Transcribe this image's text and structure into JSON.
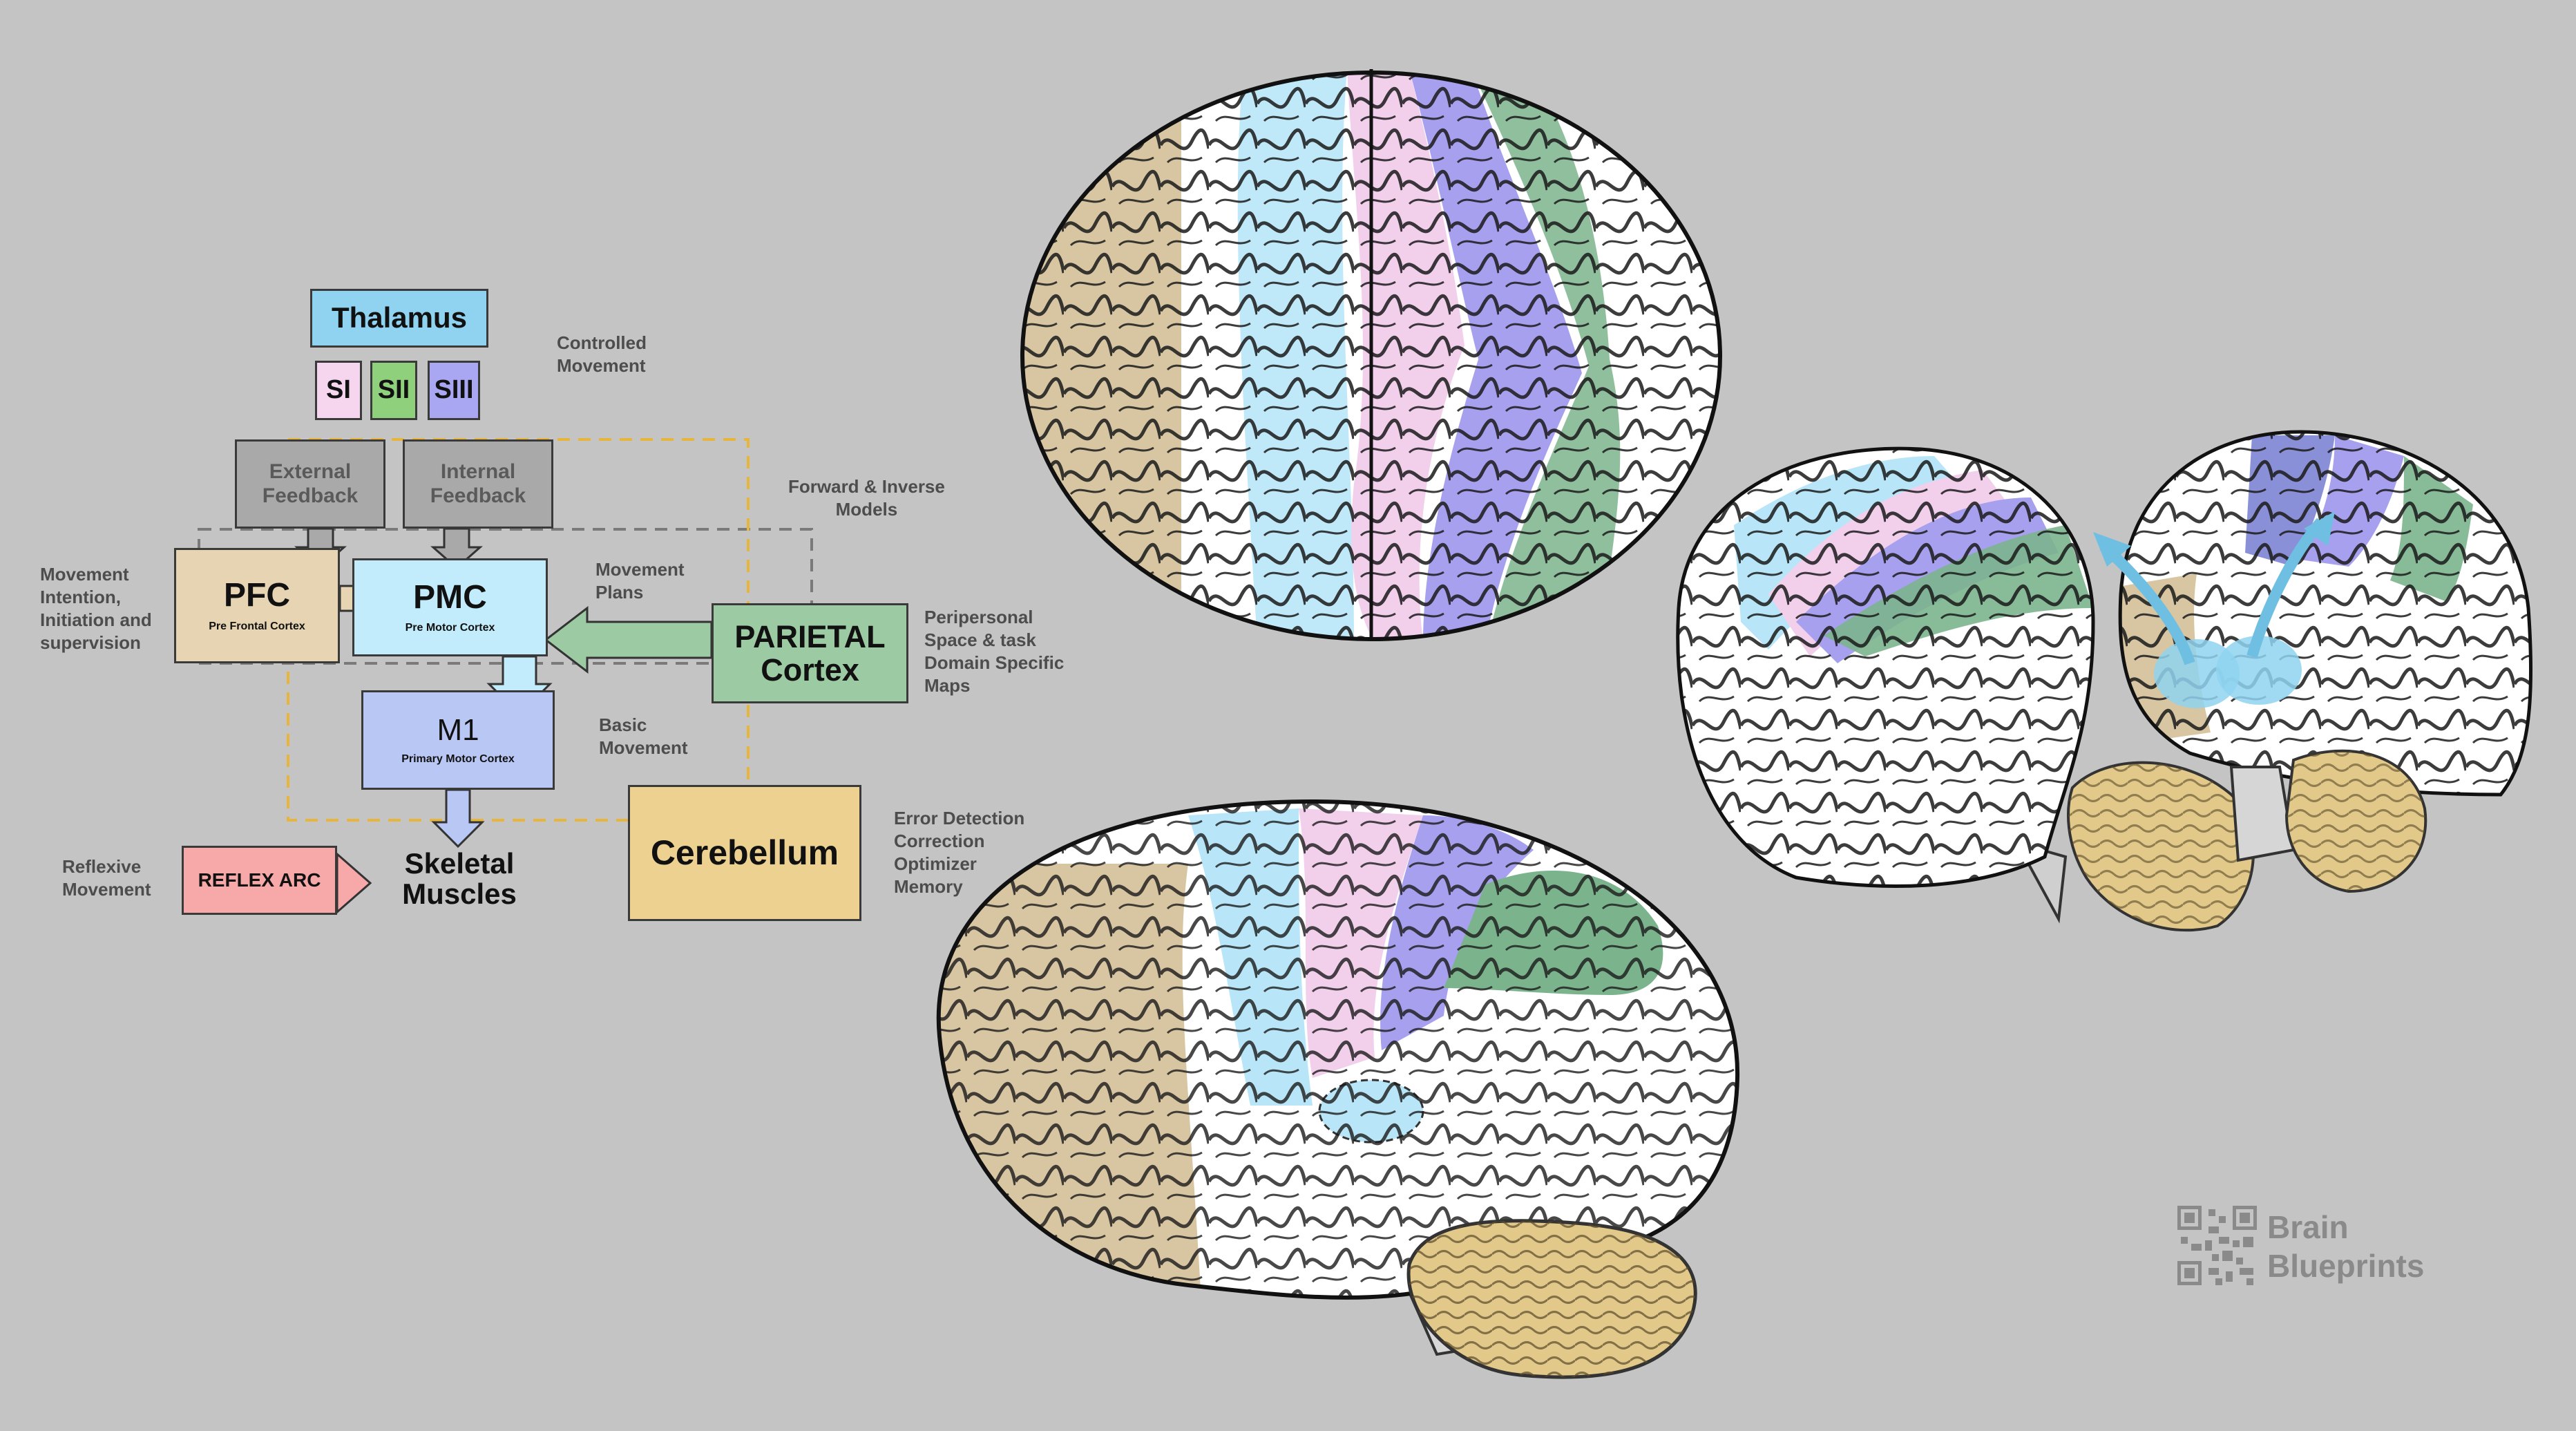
{
  "diagram": {
    "thalamus": "Thalamus",
    "sensory": [
      "SI",
      "SII",
      "SIII"
    ],
    "external_feedback": "External\nFeedback",
    "internal_feedback": "Internal\nFeedback",
    "pfc": {
      "title": "PFC",
      "subtitle": "Pre Frontal Cortex"
    },
    "pmc": {
      "title": "PMC",
      "subtitle": "Pre Motor Cortex"
    },
    "m1": {
      "title": "M1",
      "subtitle": "Primary Motor Cortex"
    },
    "parietal": "PARIETAL\nCortex",
    "cerebellum": "Cerebellum",
    "reflex_arc": "REFLEX ARC",
    "skeletal": "Skeletal\nMuscles"
  },
  "notes": {
    "controlled_movement": "Controlled\nMovement",
    "forward_inverse": "Forward & Inverse\nModels",
    "movement_intention": "Movement\nIntention,\nInitiation and\nsupervision",
    "movement_plans": "Movement\nPlans",
    "peripersonal": "Peripersonal\nSpace & task\nDomain Specific\nMaps",
    "basic_movement": "Basic\nMovement",
    "error_detection": "Error Detection\nCorrection\nOptimizer\nMemory",
    "reflexive_movement": "Reflexive\nMovement"
  },
  "logo": {
    "text": "Brain\nBlueprints"
  },
  "colors": {
    "background": "#c4c4c4",
    "thalamus": "#8fd3f0",
    "si": "#f6d6ee",
    "sii": "#8ed07c",
    "siii": "#a9a6f2",
    "feedback": "#a9a9a9",
    "pfc": "#e6d4b2",
    "pmc": "#c2ecfb",
    "m1": "#b9c7f5",
    "parietal": "#9ccaa3",
    "cerebellum": "#edd190",
    "reflex": "#f7a8a8",
    "dashed_orange": "#e7b53c",
    "dashed_gray": "#7a7a7a",
    "brain_frontal": "#d8c6a2",
    "brain_premotor": "#b8e6f8",
    "brain_motor": "#f2d0ec",
    "brain_somato": "#a6a0ee",
    "brain_parietal": "#7bb48c"
  },
  "illustrations": [
    "brain-top-view",
    "brain-lateral-view",
    "brain-small-lateral-view",
    "brain-sagittal-view"
  ]
}
